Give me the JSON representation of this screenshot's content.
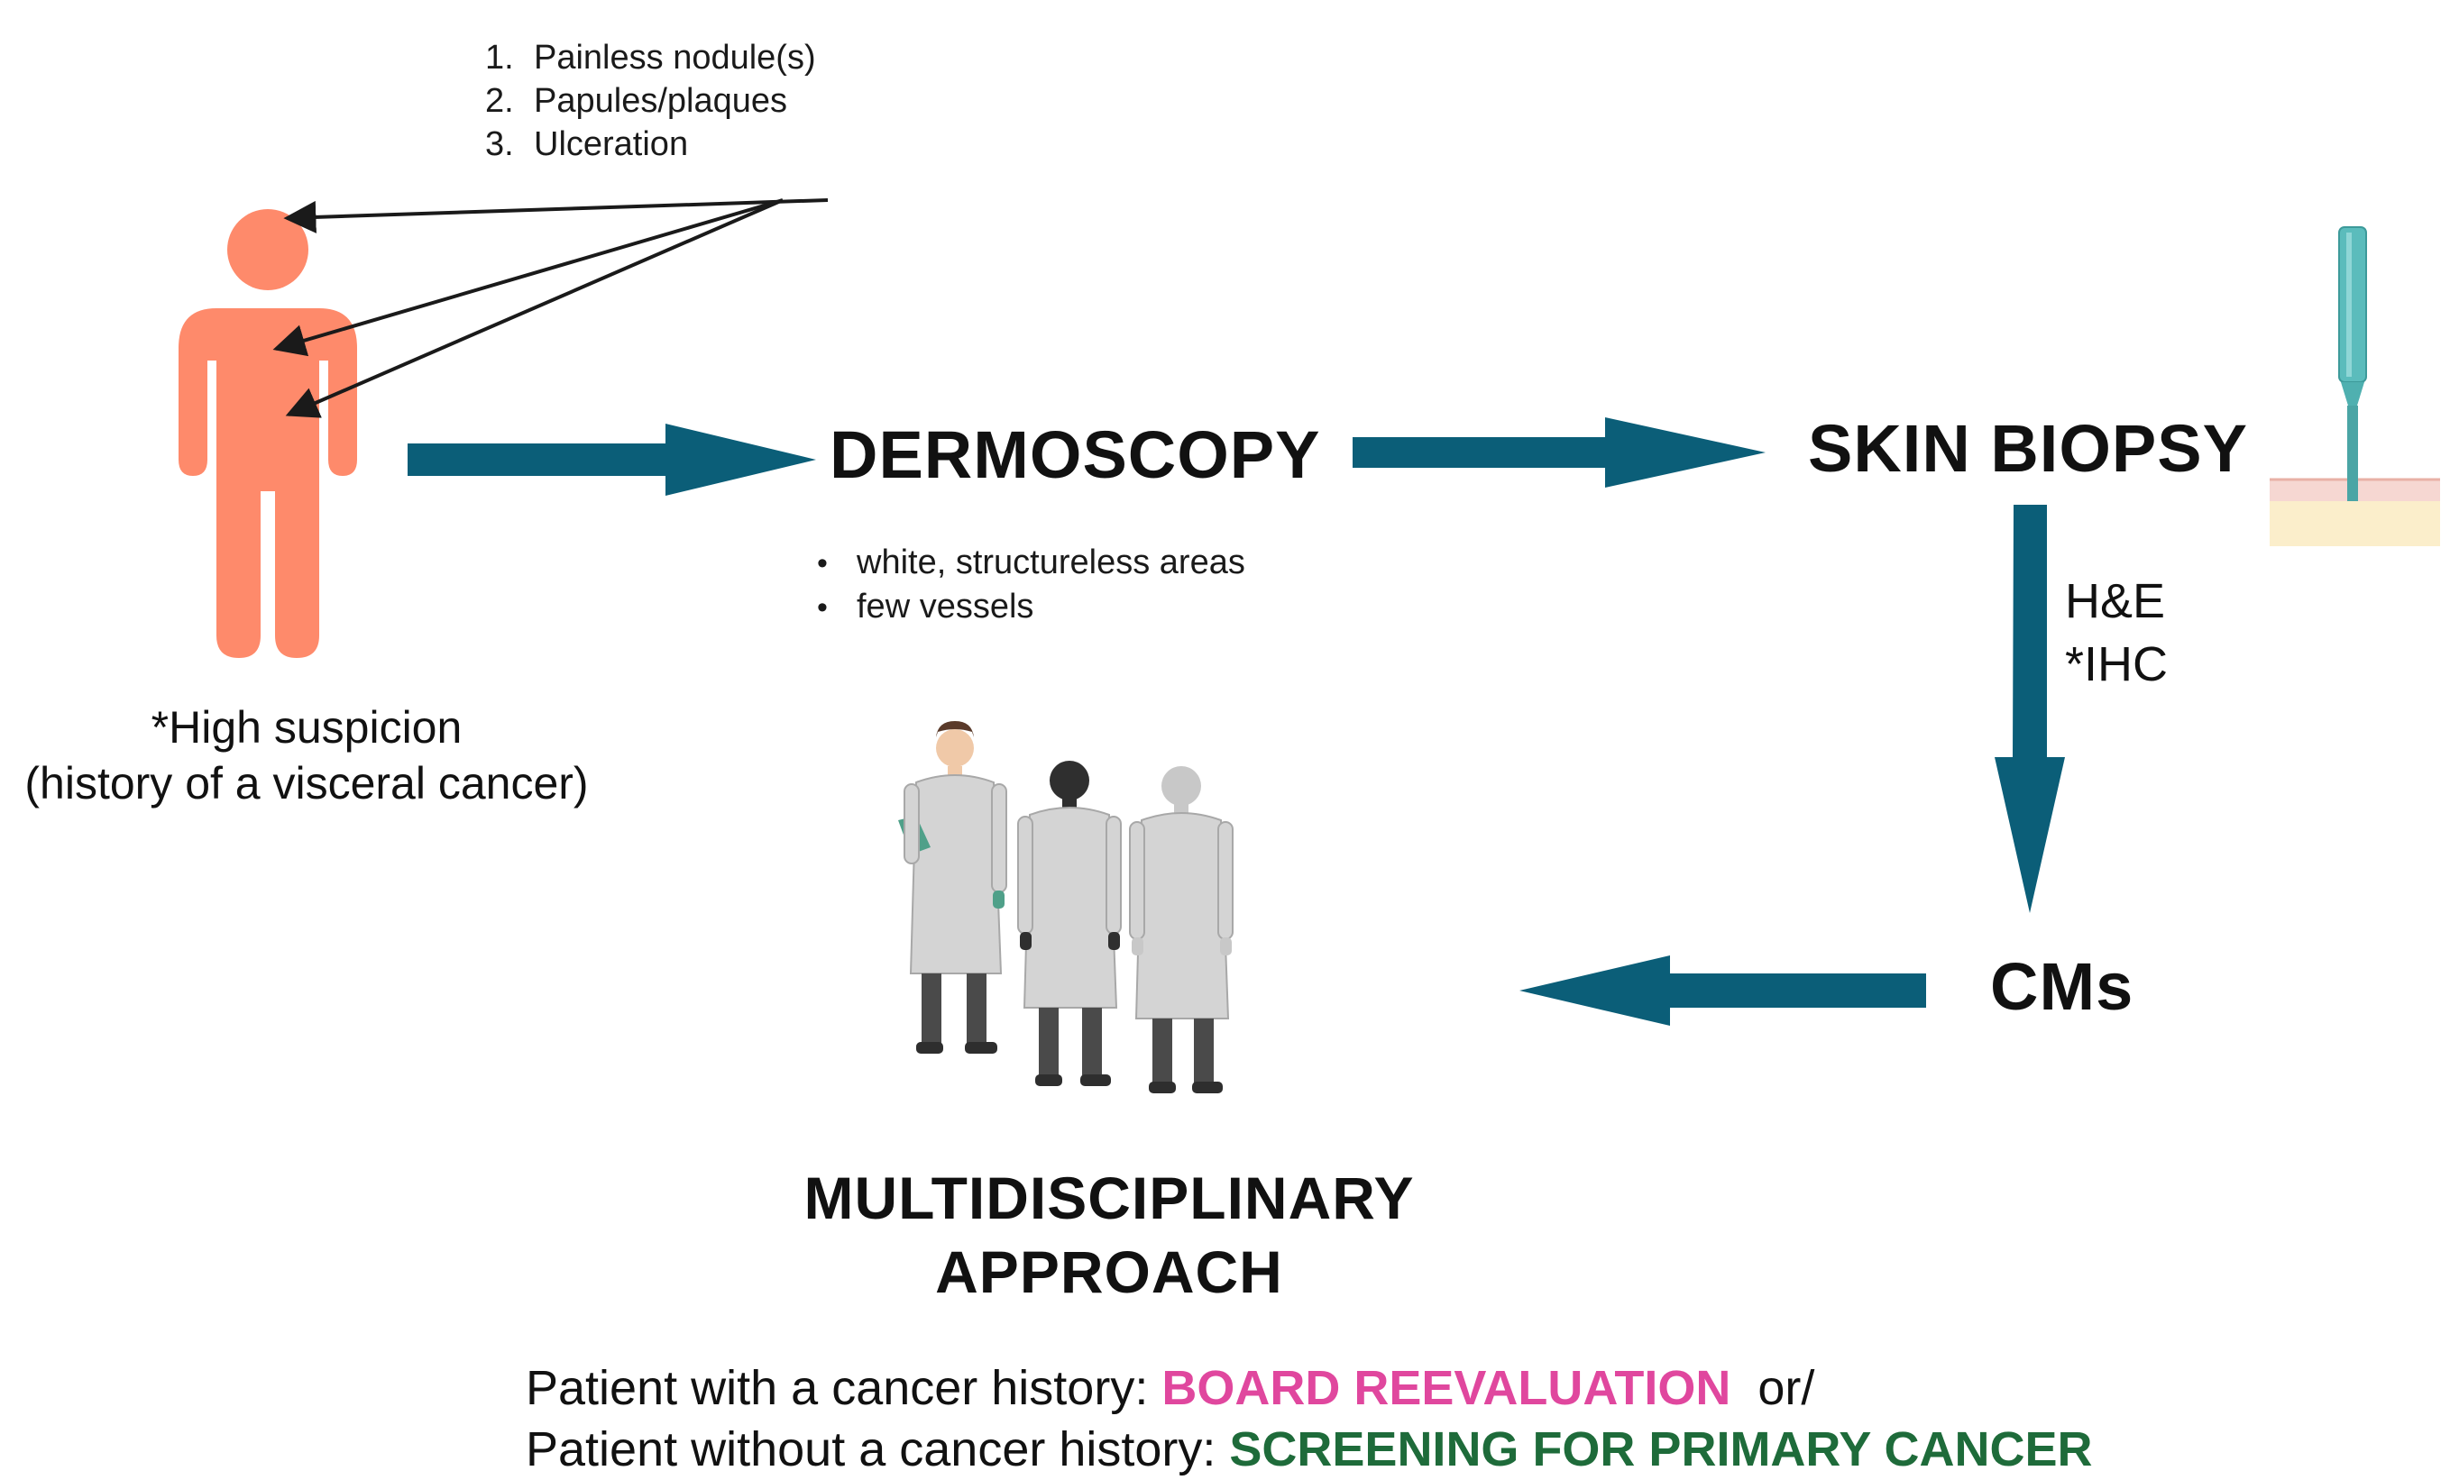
{
  "symptoms": {
    "items": [
      {
        "num": "1.",
        "text": "Painless nodule(s)"
      },
      {
        "num": "2.",
        "text": "Papules/plaques"
      },
      {
        "num": "3.",
        "text": "Ulceration"
      }
    ]
  },
  "patient": {
    "line1": "*High suspicion",
    "line2": "(history of a visceral cancer)"
  },
  "dermoscopy": {
    "title": "DERMOSCOPY",
    "findings": [
      "white, structureless areas",
      "few vessels"
    ]
  },
  "biopsy": {
    "title": "SKIN BIOPSY",
    "stain1": "H&E",
    "stain2": "*IHC"
  },
  "cms": {
    "title": "CMs"
  },
  "multidisciplinary": {
    "line1": "MULTIDISCIPLINARY",
    "line2": "APPROACH"
  },
  "outcome": {
    "line1_prefix": "Patient with a cancer history: ",
    "line1_highlight": "BOARD REEVALUATION",
    "line1_suffix": "  or/",
    "line2_prefix": "Patient without a cancer history: ",
    "line2_highlight": "SCREENING FOR PRIMARY CANCER"
  },
  "colors": {
    "arrow": "#0b5e78",
    "figure": "#fe8a6b",
    "pointer": "#1a1a1a",
    "highlight_pink": "#e0479e",
    "highlight_green": "#1e6b3a"
  },
  "icons": [
    "person-icon",
    "biopsy-punch-icon",
    "doctors-icon"
  ]
}
